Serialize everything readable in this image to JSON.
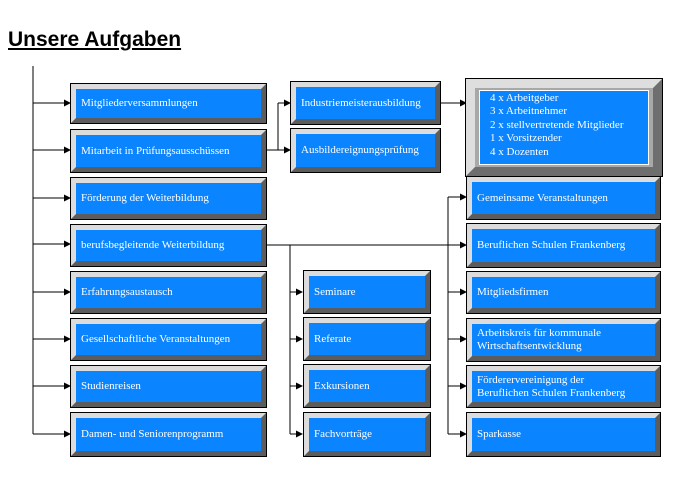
{
  "title": "Unsere Aufgaben",
  "left_column": [
    "Mitgliederversammlungen",
    "Mitarbeit in Prüfungsausschüssen",
    "Förderung der Weiterbildung",
    "berufsbegleitende  Weiterbildung",
    "Erfahrungsaustausch",
    "Gesellschaftliche Veranstaltungen",
    "Studienreisen",
    "Damen- und Seniorenprogramm"
  ],
  "exam_items": [
    "Industriemeisterausbildung",
    "Ausbildereignungsprüfung"
  ],
  "exam_members": [
    "4 x Arbeitgeber",
    "3 x Arbeitnehmer",
    "2 x stellvertretende Mitglieder",
    "1 x Vorsitzender",
    "4 x Dozenten"
  ],
  "training_formats": [
    "Seminare",
    "Referate",
    "Exkursionen",
    "Fachvorträge"
  ],
  "partners": [
    "Gemeinsame Veranstaltungen",
    "Beruflichen Schulen Frankenberg",
    "Mitgliedsfirmen",
    "Arbeitskreis für kommunale\nWirtschaftsentwicklung",
    "Fördererver­einigung der\nBeruflichen Schulen Frankenberg",
    "Sparkasse"
  ]
}
